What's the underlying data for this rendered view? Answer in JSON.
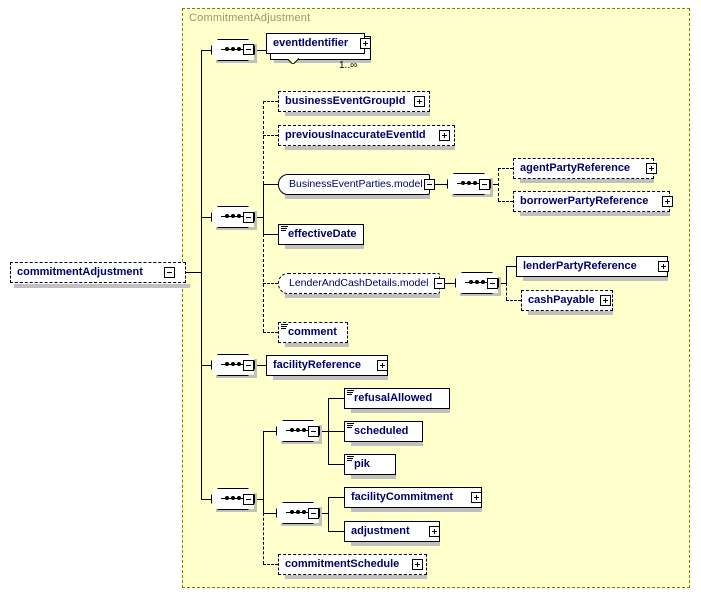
{
  "diagram": {
    "kind": "xsd-schema-diagram",
    "root_element": {
      "name": "commitmentAdjustment",
      "optional": true,
      "expander": "minus"
    },
    "container": {
      "title": "CommitmentAdjustment",
      "fill_color": "#ffffcc",
      "border_color": "#808000",
      "title_color": "#999966"
    },
    "colors": {
      "label": "#000066",
      "box_border": "#000000",
      "shadow": "#c0c0c0",
      "background": "#ffffff"
    },
    "nodes": {
      "event_identifier": {
        "label": "eventIdentifier",
        "cardinality": "1..∞",
        "expander": "plus",
        "repeating": true
      },
      "business_event_group_id": {
        "label": "businessEventGroupId",
        "expander": "plus",
        "optional": true
      },
      "previous_inaccurate_event_id": {
        "label": "previousInaccurateEventId",
        "expander": "plus",
        "optional": true
      },
      "business_event_parties_model": {
        "label": "BusinessEventParties.model",
        "expander": "minus",
        "model_group": true
      },
      "agent_party_reference": {
        "label": "agentPartyReference",
        "expander": "plus",
        "optional": true
      },
      "borrower_party_reference": {
        "label": "borrowerPartyReference",
        "expander": "plus",
        "optional": true
      },
      "effective_date": {
        "label": "effectiveDate",
        "simple_type": true
      },
      "lender_and_cash_details_model": {
        "label": "LenderAndCashDetails.model",
        "expander": "minus",
        "model_group": true,
        "optional": true
      },
      "lender_party_reference": {
        "label": "lenderPartyReference",
        "expander": "plus"
      },
      "cash_payable": {
        "label": "cashPayable",
        "expander": "plus",
        "optional": true
      },
      "comment": {
        "label": "comment",
        "simple_type": true,
        "optional": true
      },
      "facility_reference": {
        "label": "facilityReference",
        "expander": "plus"
      },
      "refusal_allowed": {
        "label": "refusalAllowed",
        "simple_type": true
      },
      "scheduled": {
        "label": "scheduled",
        "simple_type": true
      },
      "pik": {
        "label": "pik",
        "simple_type": true
      },
      "facility_commitment": {
        "label": "facilityCommitment",
        "expander": "plus"
      },
      "adjustment": {
        "label": "adjustment",
        "expander": "plus"
      },
      "commitment_schedule": {
        "label": "commitmentSchedule",
        "expander": "plus",
        "optional": true
      }
    },
    "compositors": [
      {
        "id": "seq-1",
        "type": "sequence",
        "expander": "minus"
      },
      {
        "id": "seq-2",
        "type": "sequence",
        "expander": "minus"
      },
      {
        "id": "seq-3",
        "type": "sequence",
        "expander": "minus"
      },
      {
        "id": "seq-4",
        "type": "sequence",
        "expander": "minus"
      },
      {
        "id": "seq-5",
        "type": "sequence",
        "expander": "minus"
      },
      {
        "id": "seq-6",
        "type": "sequence",
        "expander": "minus"
      },
      {
        "id": "seq-7",
        "type": "sequence",
        "expander": "minus"
      },
      {
        "id": "seq-8",
        "type": "sequence",
        "expander": "minus"
      }
    ]
  }
}
